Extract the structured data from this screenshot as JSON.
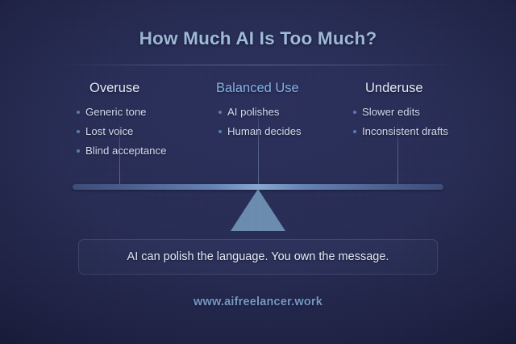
{
  "title": "How Much AI Is Too Much?",
  "columns": [
    {
      "heading": "Overuse",
      "accent": false,
      "bullets": [
        "Generic tone",
        "Lost voice",
        "Blind acceptance"
      ]
    },
    {
      "heading": "Balanced Use",
      "accent": true,
      "bullets": [
        "AI polishes",
        "Human decides"
      ]
    },
    {
      "heading": "Underuse",
      "accent": false,
      "bullets": [
        "Slower edits",
        "Inconsistent drafts"
      ]
    }
  ],
  "callout": {
    "text": "AI can polish the language. You own the message."
  },
  "footer": {
    "url": "www.aifreelancer.work"
  },
  "colors": {
    "background": "#282d56",
    "title": "#a2bddc",
    "heading": "#e6ecf6",
    "heading_accent": "#86b4e2",
    "body_text": "#d4dced",
    "bullet_dot": "#5c7cb0",
    "beam": "#88a9d2",
    "fulcrum": "#6b8cb0",
    "footer_url": "#7ea6d4"
  }
}
